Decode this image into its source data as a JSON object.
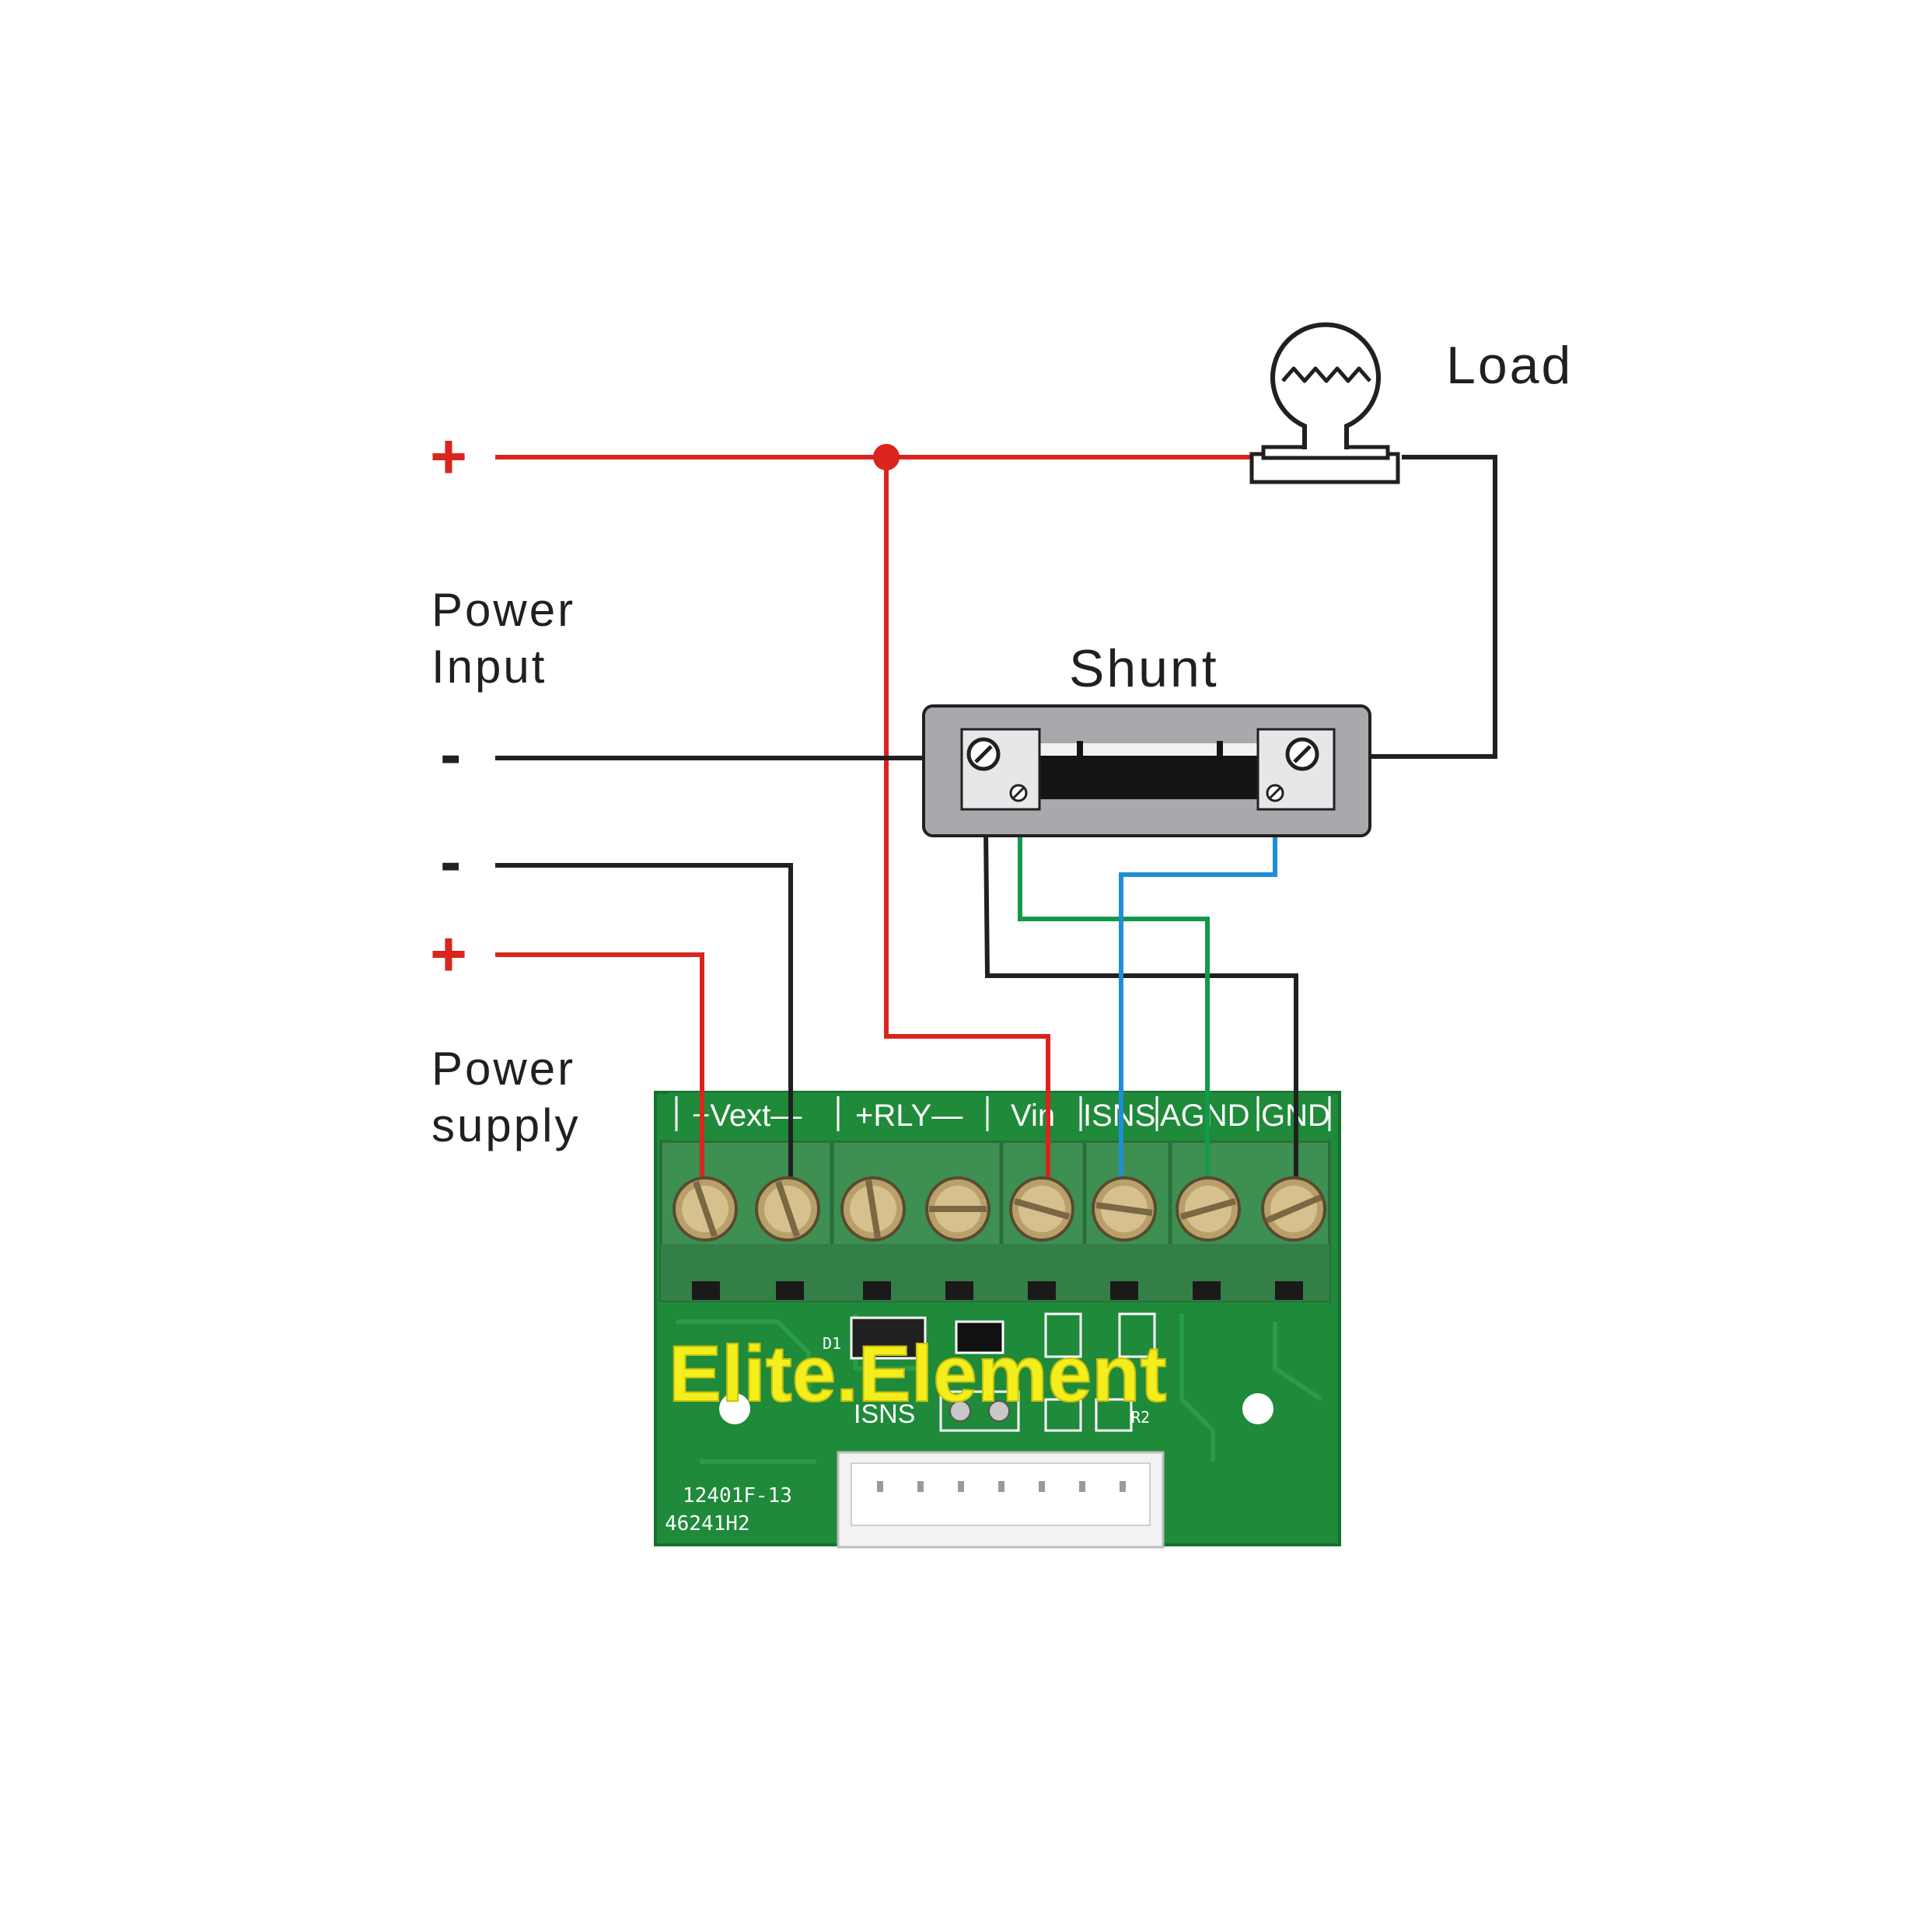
{
  "labels": {
    "load": "Load",
    "shunt": "Shunt",
    "power_input_line1": "Power",
    "power_input_line2": "Input",
    "power_supply_line1": "Power",
    "power_supply_line2": "supply",
    "input_plus": "+",
    "input_minus": "-",
    "supply_minus": "-",
    "supply_plus": "+"
  },
  "board": {
    "terminal_labels": [
      "+Vext—",
      "+RLY—",
      "Vin",
      "ISNS",
      "AGND",
      "GND"
    ],
    "brand": "Elite.Element",
    "silkscreen_isns": "ISNS",
    "silkscreen_d1": "D1",
    "silkscreen_r2": "R2",
    "code_line1": "12401F-13",
    "code_line2": "46241H2"
  },
  "colors": {
    "wire_red": "#d9251d",
    "wire_black": "#231f20",
    "wire_green": "#129a49",
    "wire_blue": "#1e8fd6",
    "pcb_green": "#1f8a3a",
    "terminal_green": "#3d8f52",
    "brand_yellow": "#f5ee1d",
    "shunt_gray": "#a7a9ac"
  },
  "icons": {
    "load": "light-bulb-icon",
    "shunt": "shunt-resistor-icon",
    "screw": "screw-terminal-icon"
  }
}
